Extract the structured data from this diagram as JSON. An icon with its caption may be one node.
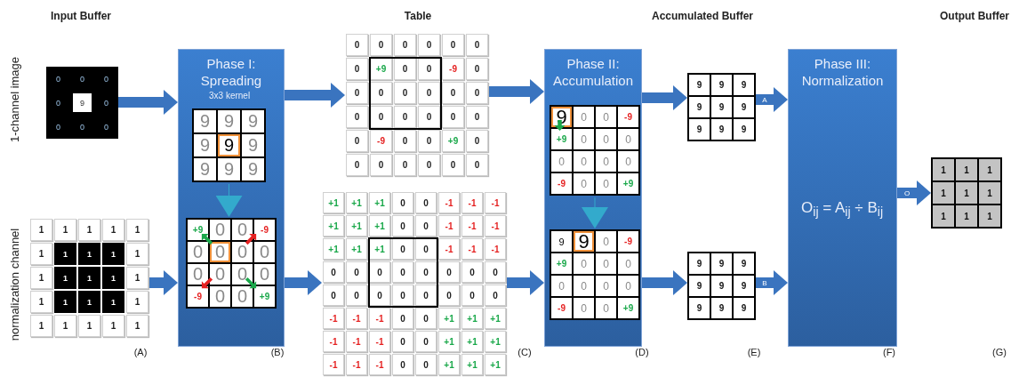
{
  "diagram": {
    "nodes": [
      {
        "text": [
          "0",
          "0",
          "0",
          "0",
          "9",
          "0",
          "0",
          "0",
          "0"
        ]
      },
      {
        "text": [
          "1",
          "1",
          "1",
          "1",
          "1",
          "1",
          "1",
          "1",
          "1",
          "1",
          "1",
          "1",
          "1",
          "1",
          "1",
          "1",
          "1",
          "1",
          "1",
          "1",
          "1",
          "1",
          "1",
          "1",
          "1"
        ]
      },
      {
        "text": [
          "Phase I: Spreading",
          "3x3 kernel"
        ]
      },
      {
        "text": [
          "9",
          "9",
          "9",
          "9",
          "9",
          "9",
          "9",
          "9",
          "9"
        ],
        "in": 2
      },
      {
        "text": [
          "+9",
          "0",
          "0",
          "-9",
          "0",
          "0",
          "0",
          "0",
          "0",
          "0",
          "0",
          "0",
          "-9",
          "0",
          "0",
          "+9"
        ],
        "in": 2
      },
      {
        "text": [
          "0",
          "0",
          "0",
          "0",
          "0",
          "0",
          "0",
          "+9",
          "0",
          "0",
          "-9",
          "0",
          "0",
          "0",
          "0",
          "0",
          "0",
          "0",
          "0",
          "0",
          "0",
          "0",
          "0",
          "0",
          "0",
          "-9",
          "0",
          "0",
          "+9",
          "0",
          "0",
          "0",
          "0",
          "0",
          "0",
          "0"
        ]
      },
      {
        "text": [
          "+1",
          "+1",
          "+1",
          "0",
          "0",
          "-1",
          "-1",
          "-1",
          "+1",
          "+1",
          "+1",
          "0",
          "0",
          "-1",
          "-1",
          "-1",
          "+1",
          "+1",
          "+1",
          "0",
          "0",
          "-1",
          "-1",
          "-1",
          "0",
          "0",
          "0",
          "0",
          "0",
          "0",
          "0",
          "0",
          "0",
          "0",
          "0",
          "0",
          "0",
          "0",
          "0",
          "0",
          "-1",
          "-1",
          "-1",
          "0",
          "0",
          "+1",
          "+1",
          "+1",
          "-1",
          "-1",
          "-1",
          "0",
          "0",
          "+1",
          "+1",
          "+1",
          "-1",
          "-1",
          "-1",
          "0",
          "0",
          "+1",
          "+1",
          "+1"
        ]
      },
      {
        "text": [
          "Phase II: Accumulation"
        ]
      },
      {
        "text": [
          "9",
          "0",
          "0",
          "-9",
          "+9",
          "0",
          "0",
          "0",
          "0",
          "0",
          "0",
          "0",
          "-9",
          "0",
          "0",
          "+9"
        ],
        "in": 7
      },
      {
        "text": [
          "9",
          "9",
          "0",
          "-9",
          "+9",
          "0",
          "0",
          "0",
          "0",
          "0",
          "0",
          "0",
          "-9",
          "0",
          "0",
          "+9"
        ],
        "in": 7
      },
      {
        "text": [
          "9",
          "9",
          "9",
          "9",
          "9",
          "9",
          "9",
          "9",
          "9"
        ]
      },
      {
        "text": [
          "9",
          "9",
          "9",
          "9",
          "9",
          "9",
          "9",
          "9",
          "9"
        ]
      },
      {
        "text": [
          "Phase III: Normalization",
          "O$_{ij}$ = A$_{ij}$ ÷ B$_{ij}$"
        ]
      },
      {
        "text": [
          "1",
          "1",
          "1",
          "1",
          "1",
          "1",
          "1",
          "1",
          "1"
        ]
      }
    ],
    "edges": [
      {
        "from": 0,
        "to": 2,
        "arrow": "to"
      },
      {
        "from": 1,
        "to": 2,
        "arrow": "to"
      },
      {
        "from": 3,
        "to": 4,
        "arrow": "to",
        "color": "#33aacc"
      },
      {
        "from": 2,
        "to": 5,
        "arrow": "to"
      },
      {
        "from": 2,
        "to": 6,
        "arrow": "to"
      },
      {
        "from": 5,
        "to": 7,
        "arrow": "to"
      },
      {
        "from": 6,
        "to": 7,
        "arrow": "to"
      },
      {
        "from": 8,
        "to": 9,
        "arrow": "to",
        "color": "#33aacc"
      },
      {
        "from": 7,
        "to": 10,
        "arrow": "to"
      },
      {
        "from": 7,
        "to": 11,
        "arrow": "to"
      },
      {
        "from": 10,
        "to": 12,
        "arrow": "to",
        "label": "A"
      },
      {
        "from": 11,
        "to": 12,
        "arrow": "to",
        "label": "B"
      },
      {
        "from": 12,
        "to": 13,
        "arrow": "to",
        "label": "O"
      }
    ],
    "labels": [
      "Input Buffer",
      "Table",
      "Accumulated Buffer",
      "Output Buffer",
      "1-channel image",
      "normalization channel",
      "(A)",
      "(B)",
      "(C)",
      "(D)",
      "(E)",
      "(F)",
      "(G)"
    ]
  }
}
